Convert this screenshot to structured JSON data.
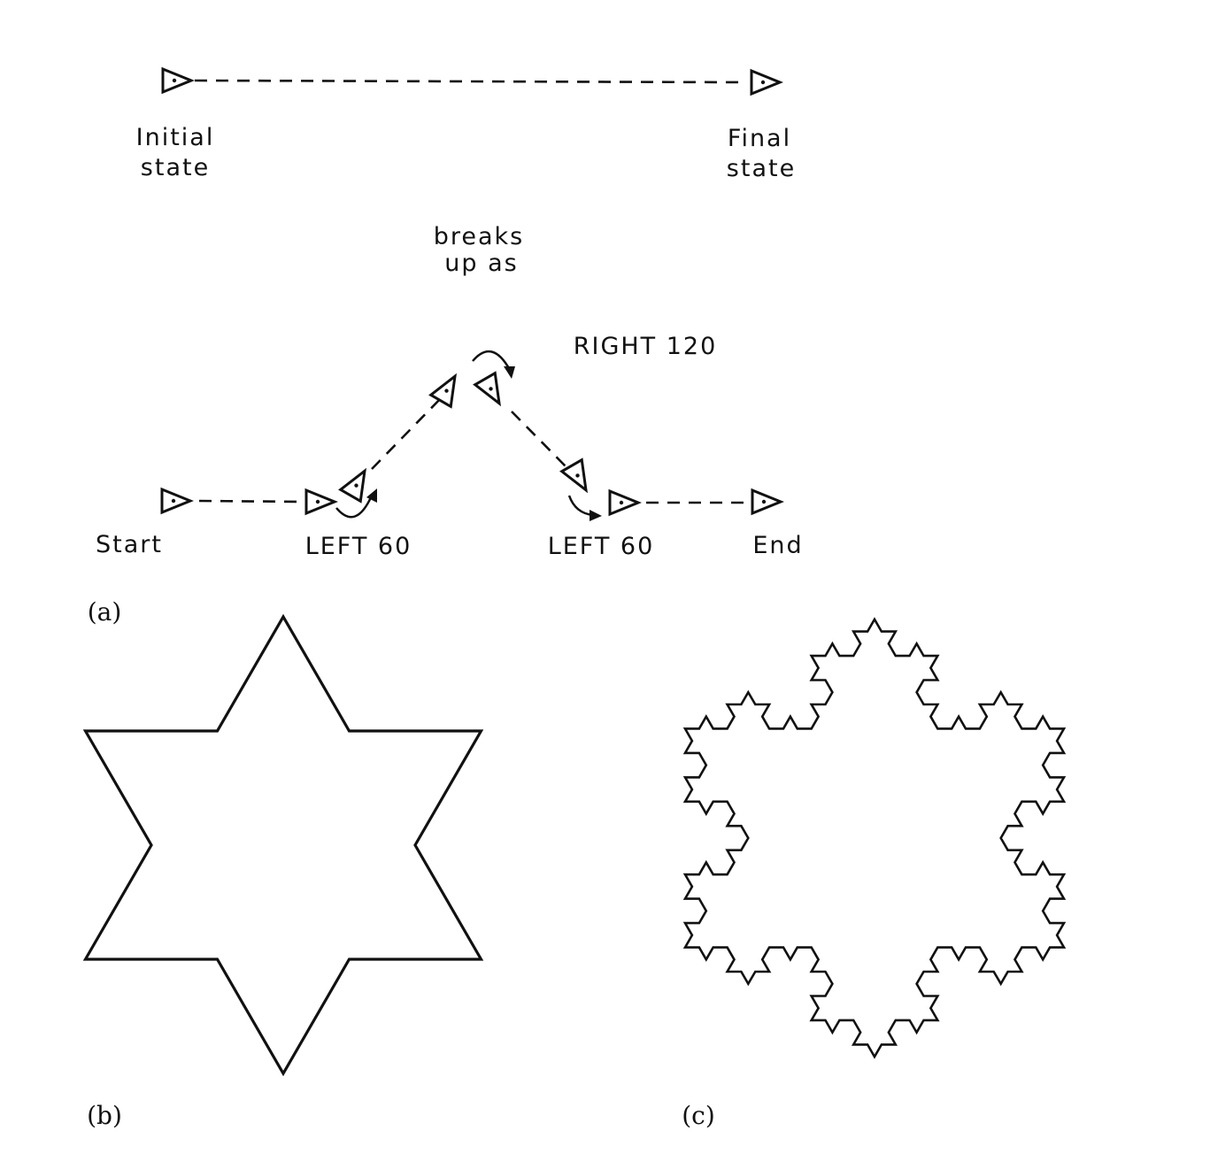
{
  "panel_a": {
    "top": {
      "initial_line1": "Initial",
      "initial_line2": "state",
      "final_line1": "Final",
      "final_line2": "state"
    },
    "breaks_line1": "breaks",
    "breaks_line2": "up as",
    "bottom": {
      "start": "Start",
      "left60_first": "LEFT 60",
      "right120": "RIGHT 120",
      "left60_second": "LEFT 60",
      "end": "End"
    },
    "caption": "(a)"
  },
  "panel_b": {
    "caption": "(b)",
    "koch_level": 1
  },
  "panel_c": {
    "caption": "(c)",
    "koch_level": 3
  }
}
